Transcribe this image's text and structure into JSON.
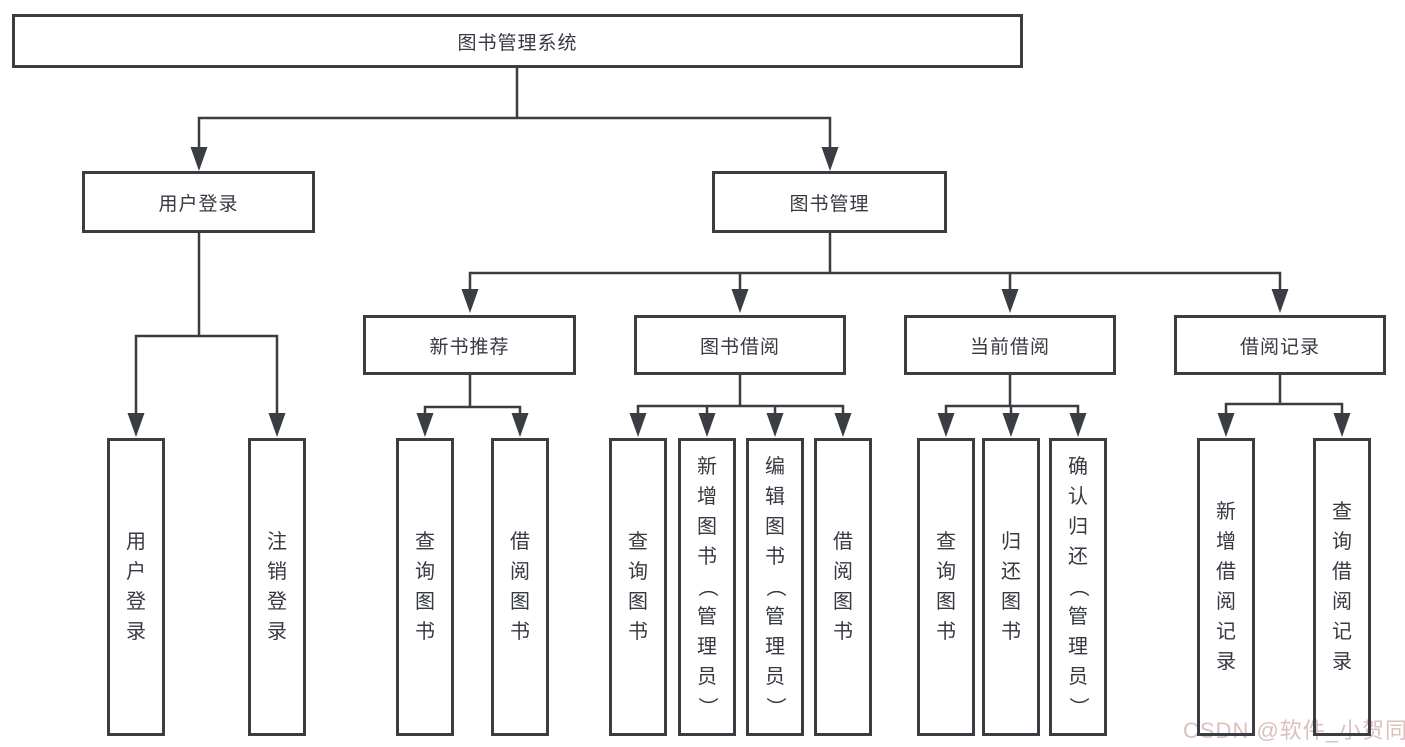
{
  "diagram": {
    "root": {
      "label": "图书管理系统"
    },
    "level2": [
      {
        "label": "用户登录"
      },
      {
        "label": "图书管理"
      }
    ],
    "level3": [
      {
        "label": "新书推荐"
      },
      {
        "label": "图书借阅"
      },
      {
        "label": "当前借阅"
      },
      {
        "label": "借阅记录"
      }
    ],
    "leaves": {
      "user_login": [
        {
          "label": "用户登录"
        },
        {
          "label": "注销登录"
        }
      ],
      "new_books": [
        {
          "label": "查询图书"
        },
        {
          "label": "借阅图书"
        }
      ],
      "book_borrow": [
        {
          "label": "查询图书"
        },
        {
          "label": "新增图书（管理员）"
        },
        {
          "label": "编辑图书（管理员）"
        },
        {
          "label": "借阅图书"
        }
      ],
      "current_borrow": [
        {
          "label": "查询图书"
        },
        {
          "label": "归还图书"
        },
        {
          "label": "确认归还（管理员）"
        }
      ],
      "borrow_records": [
        {
          "label": "新增借阅记录"
        },
        {
          "label": "查询借阅记录"
        }
      ]
    },
    "watermark": "CSDN @软件_小贺同学",
    "colors": {
      "line": "#3a3d41",
      "text": "#363a40",
      "watermark": "#dbc0bd",
      "background": "#ffffff"
    }
  }
}
